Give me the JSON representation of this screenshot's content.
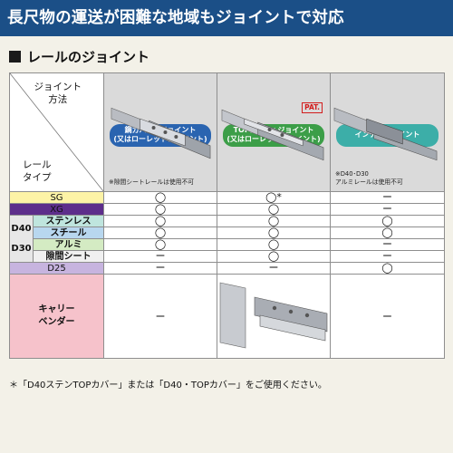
{
  "banner": "長尺物の運送が困難な地域もジョイントで対応",
  "section_title": "レールのジョイント",
  "corner": {
    "top_line1": "ジョイント",
    "top_line2": "方法",
    "bottom_line1": "レール",
    "bottom_line2": "タイプ"
  },
  "columns": [
    {
      "line1": "鋼カバー+ジョイント",
      "line2": "(又はローレットジョイント)",
      "note1": "※隙間シートレールは使用不可",
      "note2": "",
      "badge": "",
      "color": "#2a64b0"
    },
    {
      "line1": "TOPカバー+ジョイント",
      "line2": "(又はローレットジョイント)",
      "note1": "",
      "note2": "",
      "badge": "PAT.",
      "color": "#3c9e48"
    },
    {
      "line1": "インナージョイント",
      "line2": "",
      "note1": "※D40･D30",
      "note2": "アルミレールは使用不可",
      "badge": "",
      "color": "#3caea8"
    }
  ],
  "rows": {
    "sg": {
      "label": "SG",
      "c1": "◯",
      "c2": "◯*",
      "c3": "ー"
    },
    "xg": {
      "label": "XG",
      "c1": "◯",
      "c2": "◯",
      "c3": "ー"
    },
    "group_label_1": "D40",
    "group_label_2": "D30",
    "stainless": {
      "label": "ステンレス",
      "c1": "◯",
      "c2": "◯",
      "c3": "◯"
    },
    "steel": {
      "label": "スチール",
      "c1": "◯",
      "c2": "◯",
      "c3": "◯"
    },
    "aluminum": {
      "label": "アルミ",
      "c1": "◯",
      "c2": "◯",
      "c3": "ー"
    },
    "gap_sheet": {
      "label": "隙間シート",
      "c1": "ー",
      "c2": "◯",
      "c3": "ー"
    },
    "d25": {
      "label": "D25",
      "c1": "ー",
      "c2": "ー",
      "c3": "◯"
    },
    "carrier": {
      "label1": "キャリー",
      "label2": "ベンダー",
      "c1": "ー",
      "c3": "ー"
    }
  },
  "footnote": "＊「D40ステンTOPカバー」または「D40・TOPカバー」をご使用ください。"
}
